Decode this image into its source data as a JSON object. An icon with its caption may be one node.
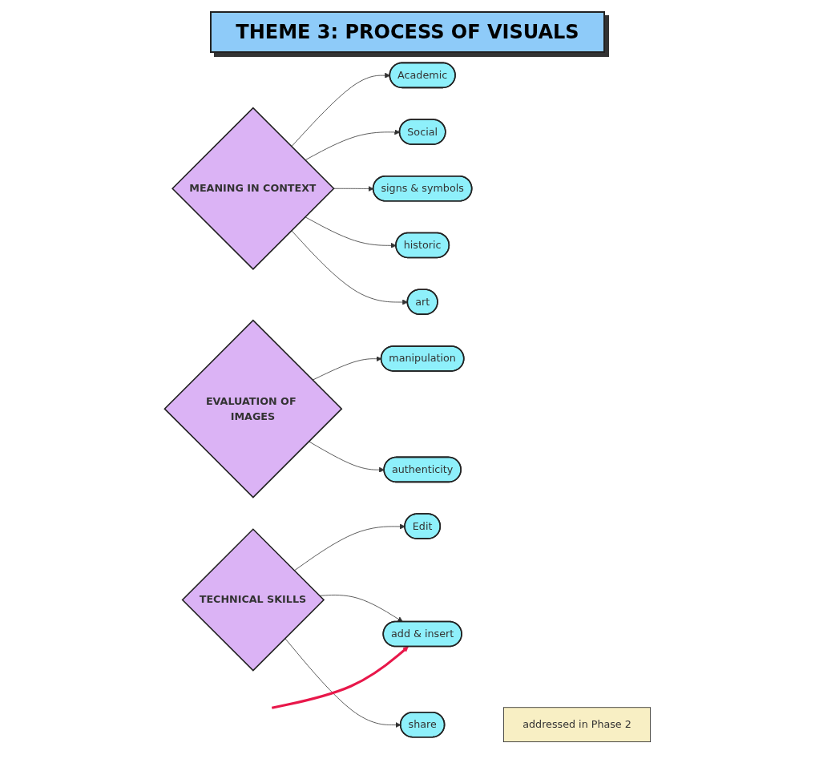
{
  "diagram": {
    "title": "THEME 3: PROCESS OF VISUALS",
    "nodes": [
      {
        "text": [
          "MEANING IN CONTEXT"
        ]
      },
      {
        "text": [
          "Academic"
        ]
      },
      {
        "text": [
          "Social"
        ]
      },
      {
        "text": [
          "signs & symbols"
        ]
      },
      {
        "text": [
          "historic"
        ]
      },
      {
        "text": [
          "art"
        ]
      },
      {
        "text": [
          "EVALUATION OF IMAGES"
        ]
      },
      {
        "text": [
          "manipulation"
        ]
      },
      {
        "text": [
          "authenticity"
        ]
      },
      {
        "text": [
          "TECHNICAL SKILLS"
        ]
      },
      {
        "text": [
          "Edit"
        ]
      },
      {
        "text": [
          "add & insert"
        ]
      },
      {
        "text": [
          "share"
        ]
      },
      {
        "text": [
          "addressed in Phase 2"
        ]
      }
    ],
    "edges": [
      {
        "from": 0,
        "to": 1,
        "arrow": "to"
      },
      {
        "from": 0,
        "to": 2,
        "arrow": "to"
      },
      {
        "from": 0,
        "to": 3,
        "arrow": "to"
      },
      {
        "from": 0,
        "to": 4,
        "arrow": "to"
      },
      {
        "from": 0,
        "to": 5,
        "arrow": "to"
      },
      {
        "from": 6,
        "to": 7,
        "arrow": "to"
      },
      {
        "from": 6,
        "to": 8,
        "arrow": "to"
      },
      {
        "from": 9,
        "to": 10,
        "arrow": "to"
      },
      {
        "from": 9,
        "to": 11,
        "arrow": "to"
      },
      {
        "from": 9,
        "to": 12,
        "arrow": "to"
      },
      {
        "from": null,
        "to": 11,
        "arrow": "to",
        "style": "thick",
        "color": "#e8174a"
      }
    ]
  }
}
